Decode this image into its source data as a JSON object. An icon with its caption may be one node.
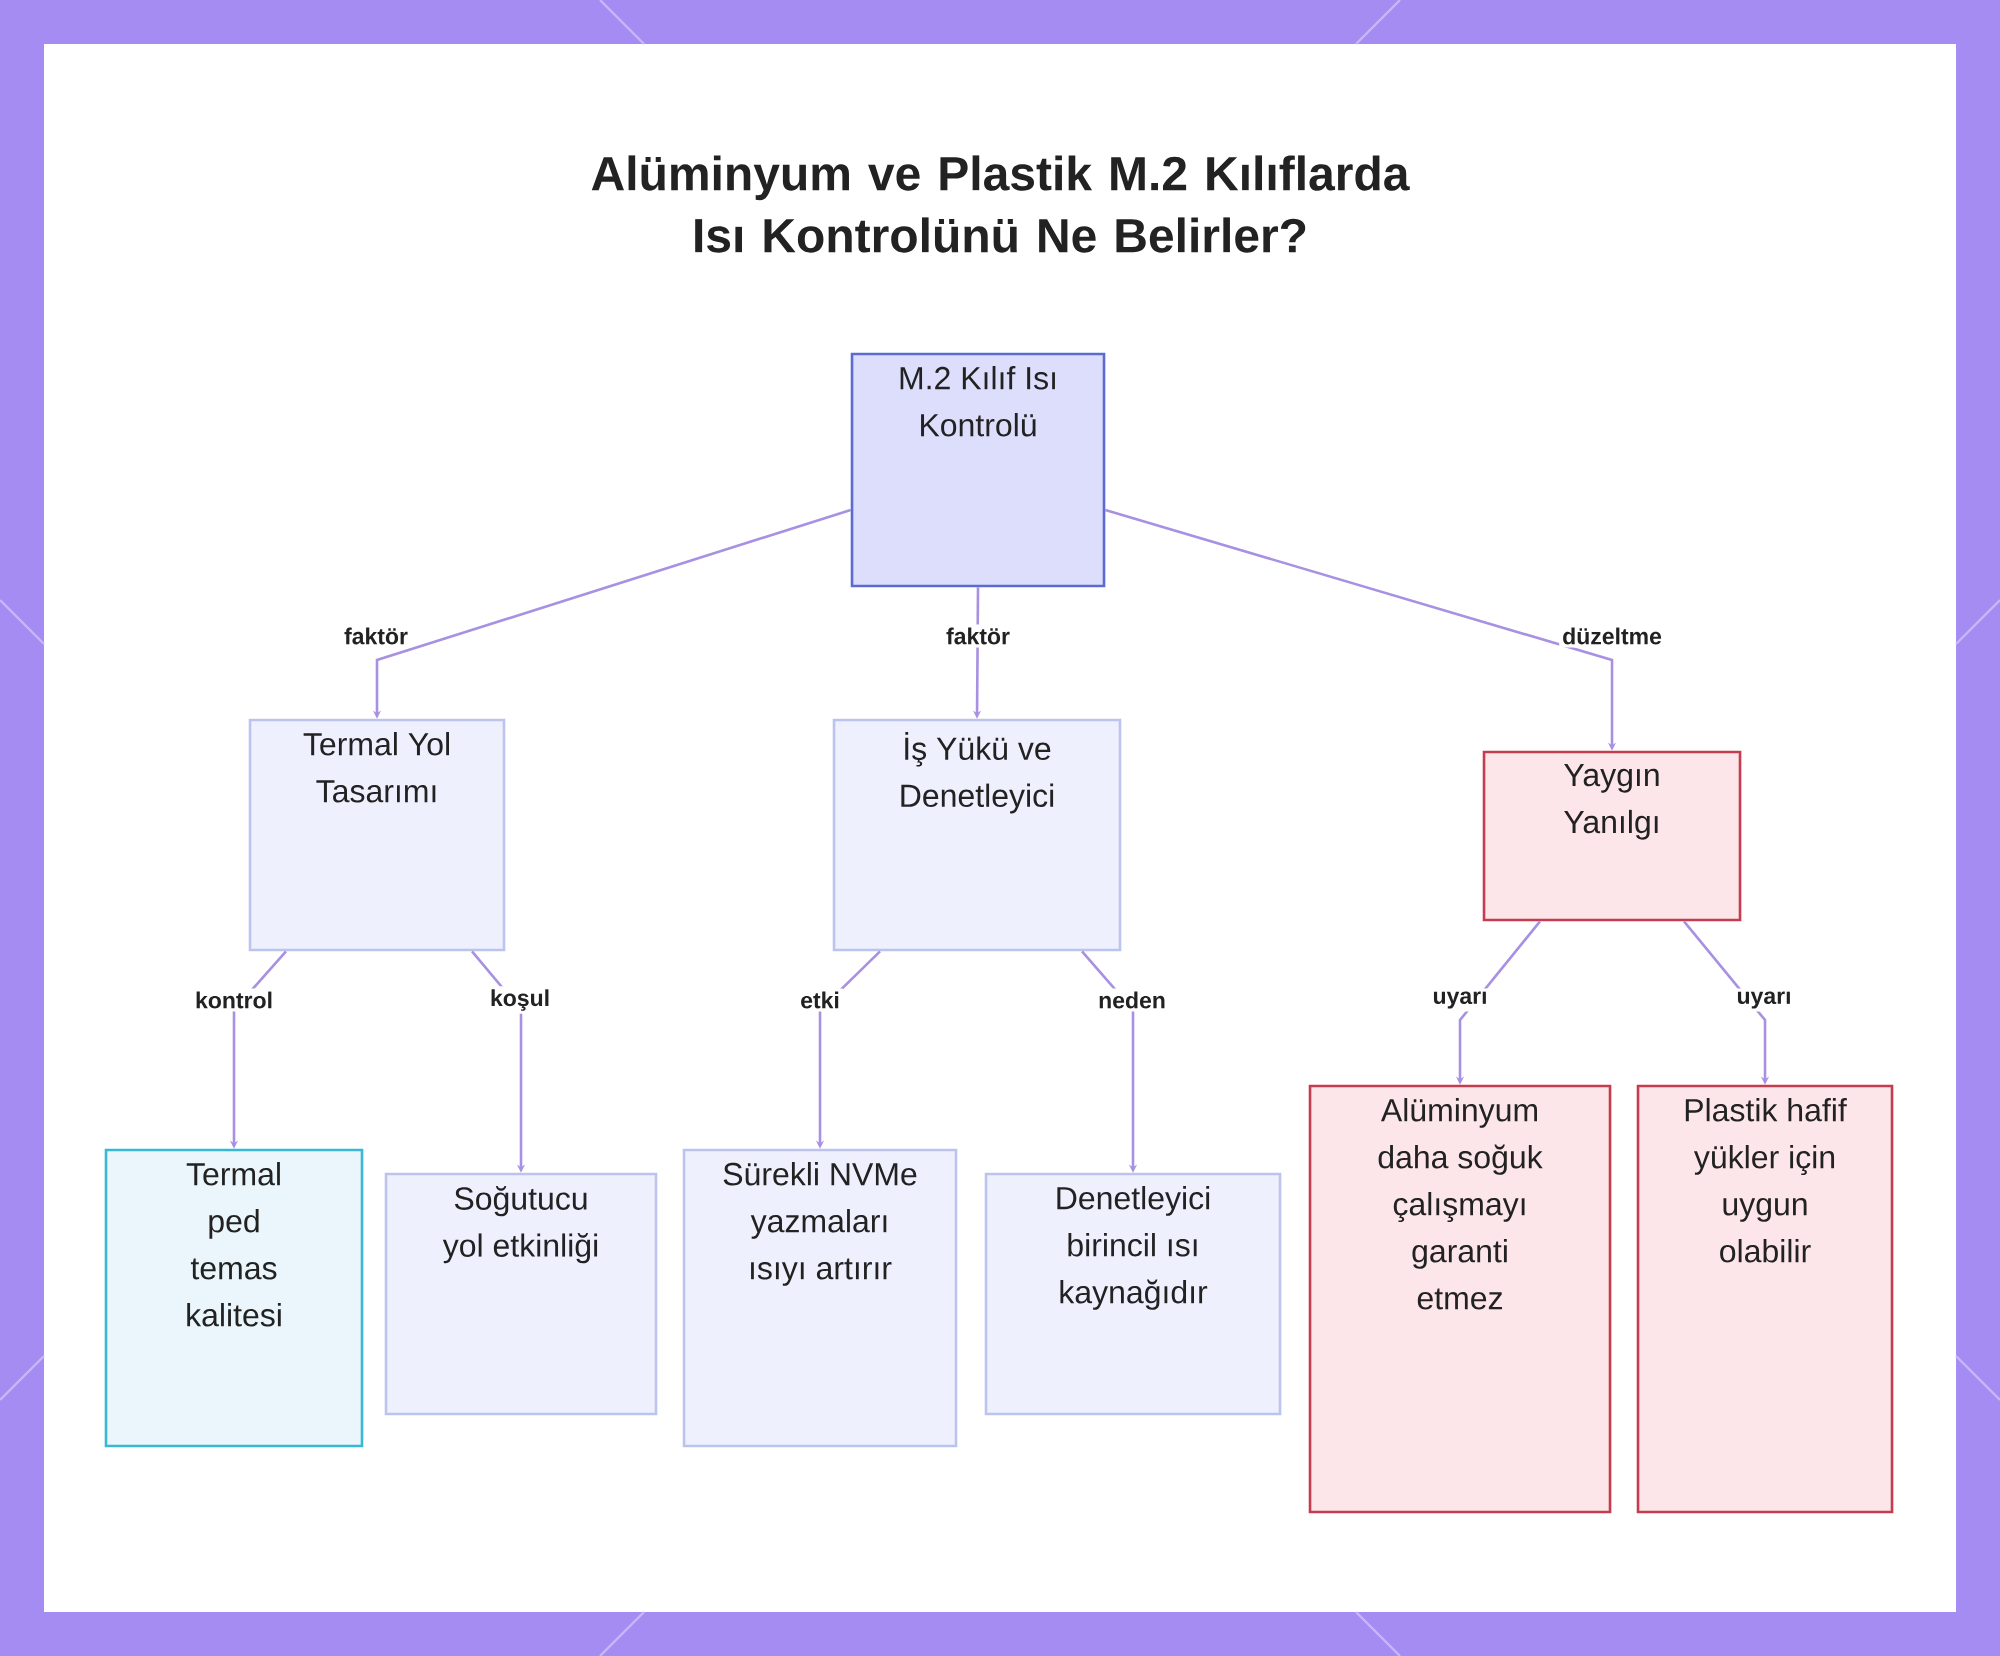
{
  "diagram": {
    "title": "Alüminyum ve Plastik M.2 Kılıflarda Isı Kontrolünü Ne Belirler?",
    "nodes": [
      {
        "text": [
          "M.2 Kılıf Isı Kontrolü"
        ]
      },
      {
        "text": [
          "Termal Yol Tasarımı"
        ]
      },
      {
        "text": [
          "İş Yükü ve Denetleyici"
        ]
      },
      {
        "text": [
          "Yaygın Yanılgı"
        ]
      },
      {
        "text": [
          "Termal ped temas kalitesi"
        ]
      },
      {
        "text": [
          "Soğutucu yol etkinliği"
        ]
      },
      {
        "text": [
          "Sürekli NVMe yazmaları ısıyı artırır"
        ]
      },
      {
        "text": [
          "Denetleyici birincil ısı kaynağıdır"
        ]
      },
      {
        "text": [
          "Alüminyum daha soğuk çalışmayı garanti etmez"
        ]
      },
      {
        "text": [
          "Plastik hafif yükler için uygun olabilir"
        ]
      }
    ],
    "edges": [
      {
        "from": 0,
        "to": 1,
        "arrow": "to",
        "label": "faktör"
      },
      {
        "from": 0,
        "to": 2,
        "arrow": "to",
        "label": "faktör"
      },
      {
        "from": 0,
        "to": 3,
        "arrow": "to",
        "label": "düzeltme"
      },
      {
        "from": 1,
        "to": 4,
        "arrow": "to",
        "label": "kontrol"
      },
      {
        "from": 1,
        "to": 5,
        "arrow": "to",
        "label": "koşul"
      },
      {
        "from": 2,
        "to": 6,
        "arrow": "to",
        "label": "etki"
      },
      {
        "from": 2,
        "to": 7,
        "arrow": "to",
        "label": "neden"
      },
      {
        "from": 3,
        "to": 8,
        "arrow": "to",
        "label": "uyarı"
      },
      {
        "from": 3,
        "to": 9,
        "arrow": "to",
        "label": "uyarı"
      }
    ]
  }
}
